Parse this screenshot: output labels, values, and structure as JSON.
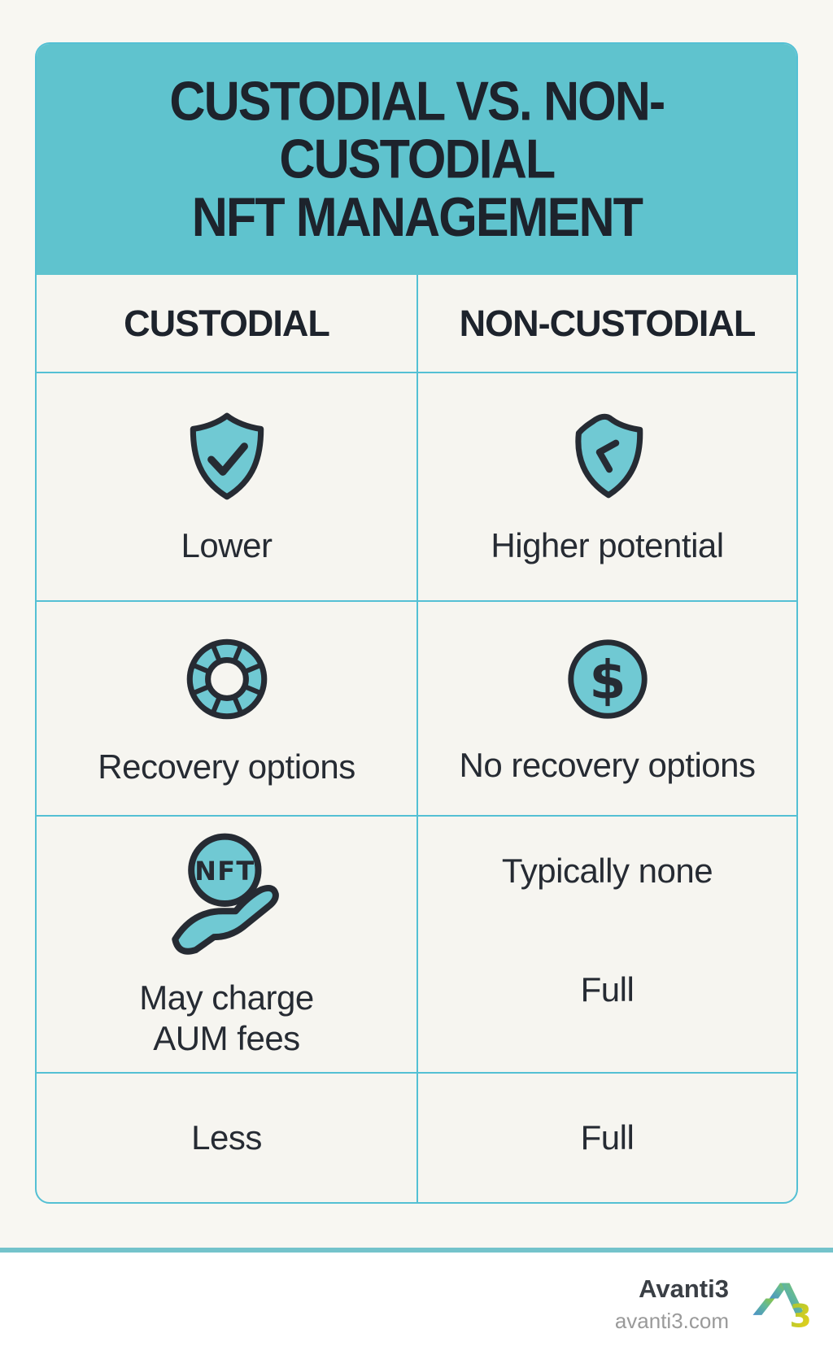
{
  "title": {
    "line1": "CUSTODIAL VS. NON-",
    "line2": "CUSTODIAL",
    "line3": "NFT MANAGEMENT"
  },
  "columns": [
    {
      "label": "CUSTODIAL"
    },
    {
      "label": "NON-CUSTODIAL"
    }
  ],
  "rows": [
    {
      "left": {
        "icon": "shield-check-icon",
        "label": "Lower"
      },
      "right": {
        "icon": "shield-chevron-icon",
        "label": "Higher potential"
      }
    },
    {
      "left": {
        "icon": "lifebuoy-icon",
        "label": "Recovery options"
      },
      "right": {
        "icon": "dollar-circle-icon",
        "label": "No recovery options"
      }
    },
    {
      "left": {
        "icon": "nft-hand-icon",
        "label_line1": "May charge",
        "label_line2": "AUM fees"
      },
      "right": {
        "labels": [
          "Typically none",
          "Full"
        ]
      }
    },
    {
      "left": {
        "label": "Less"
      },
      "right": {
        "label": "Full"
      }
    }
  ],
  "footer": {
    "brand": "Avanti3",
    "website": "avanti3.com",
    "logo": "avanti3-logo"
  },
  "colors": {
    "accent_teal": "#5fc3ce",
    "border_teal": "#54c0d4",
    "icon_fill": "#70c9d3",
    "icon_stroke": "#262b33",
    "text_dark": "#21262e",
    "page_bg": "#f8f7f2",
    "cell_bg": "#f6f5f0",
    "divider": "#74c3cb",
    "footer_brand": "#3a3f45",
    "footer_site": "#9a9a9a",
    "logo_blue": "#4a90c8",
    "logo_green": "#8dc63f",
    "logo_yellow": "#f2d216"
  }
}
